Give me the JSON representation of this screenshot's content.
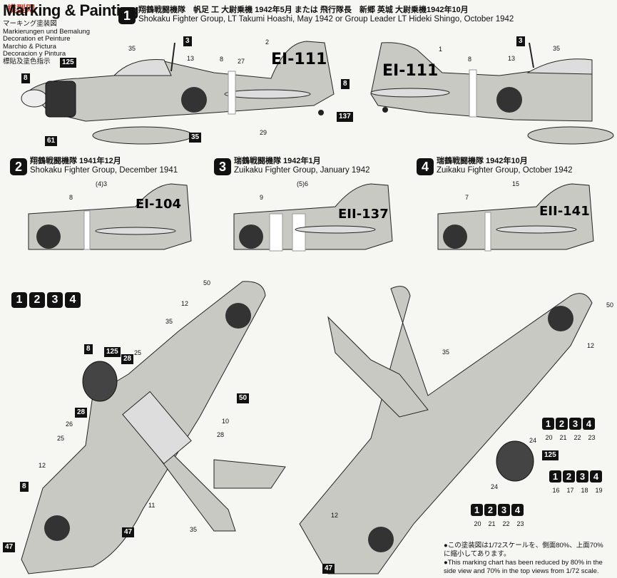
{
  "header": {
    "title": "Marking & Painting",
    "sub_lines": [
      "Markierungen und Bemalung",
      "Decoration et Peinture",
      "Marchio & Pictura",
      "Decoracion y Pintura",
      "標貼及塗色指示"
    ],
    "jp_title": "マーキング塗装図"
  },
  "sections": [
    {
      "num": "1",
      "jp": "翔鶴戦闘機隊　帆足 工 大尉乗機 1942年5月 または 飛行隊長　新郷 英城 大尉乗機1942年10月",
      "en": "Shokaku Fighter Group, LT Takumi Hoashi, May 1942 or Group Leader LT Hideki Shingo, October 1942",
      "code": "EI-111"
    },
    {
      "num": "2",
      "jp": "翔鶴戦闘機隊 1941年12月",
      "en": "Shokaku Fighter Group, December 1941",
      "code": "EI-104"
    },
    {
      "num": "3",
      "jp": "瑞鶴戦闘機隊 1942年1月",
      "en": "Zuikaku Fighter Group, January 1942",
      "code": "EII-137"
    },
    {
      "num": "4",
      "jp": "瑞鶴戦闘機隊 1942年10月",
      "en": "Zuikaku Fighter Group, October 1942",
      "code": "EII-141"
    }
  ],
  "callouts": {
    "c3": "3",
    "c35": "35",
    "c13": "13",
    "c8": "8",
    "c27": "27",
    "c2": "2",
    "c1": "1",
    "c125": "125",
    "c61": "61",
    "c29": "29",
    "c137": "137",
    "c4_3": "(4)3",
    "c5_6": "(5)6",
    "c9": "9",
    "c7": "7",
    "c15": "15",
    "c50": "50",
    "c12": "12",
    "c28": "28",
    "c25": "25",
    "c26": "26",
    "c10": "10",
    "c11": "11",
    "c47": "47",
    "c24": "24"
  },
  "all_sections": [
    "1",
    "2",
    "3",
    "4"
  ],
  "sub_a": [
    "20",
    "21",
    "22",
    "23"
  ],
  "sub_b": [
    "16",
    "17",
    "18",
    "19"
  ],
  "note": {
    "jp1": "●この塗装図は1/72スケールを、側面80%、上面70%",
    "jp2": "に縮小してあります。",
    "en1": "●This marking chart has been reduced by 80% in the",
    "en2": "side view and 70% in the top views from 1/72 scale."
  },
  "watermark": "模型网"
}
